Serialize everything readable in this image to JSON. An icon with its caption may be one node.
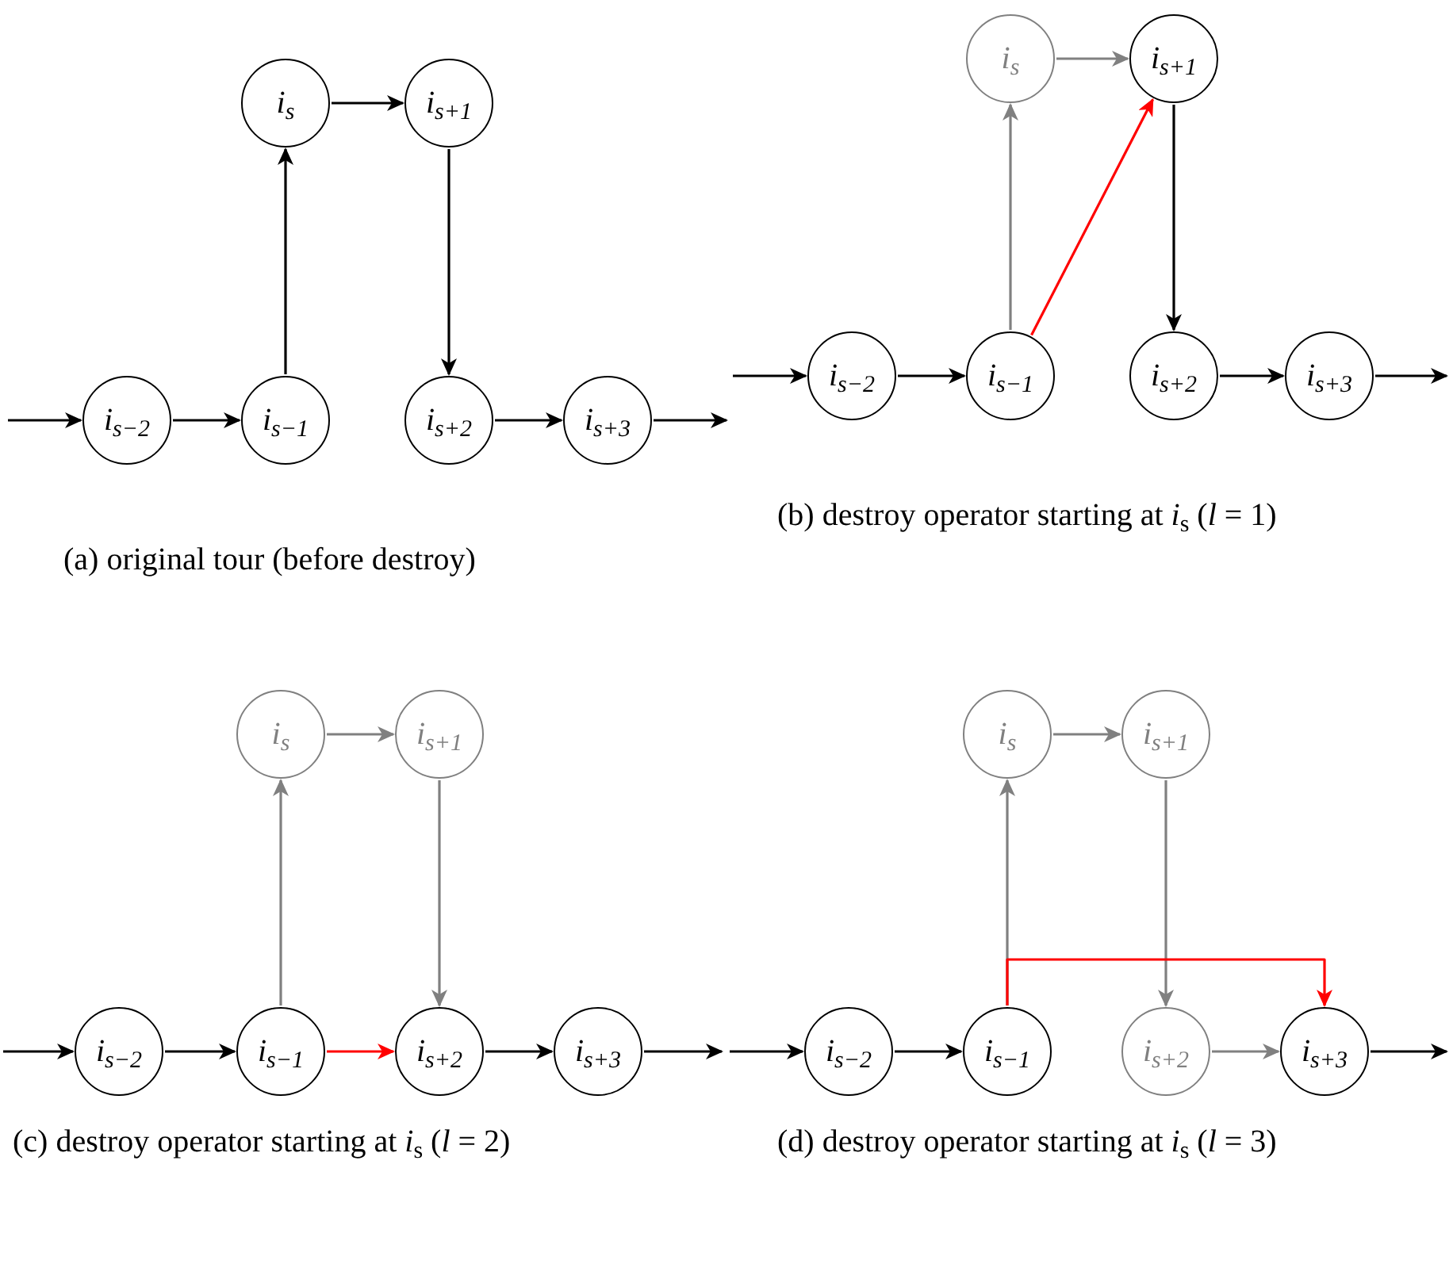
{
  "diagram": {
    "nodes": [
      {
        "text": [
          "i$_{s}$"
        ]
      },
      {
        "text": [
          "i$_{s+1}$"
        ]
      },
      {
        "text": [
          "i$_{s−2}$"
        ]
      },
      {
        "text": [
          "i$_{s−1}$"
        ]
      },
      {
        "text": [
          "i$_{s+2}$"
        ]
      },
      {
        "text": [
          "i$_{s+3}$"
        ]
      },
      {
        "text": [
          "i$_{s}$"
        ]
      },
      {
        "text": [
          "i$_{s+1}$"
        ]
      },
      {
        "text": [
          "i$_{s−2}$"
        ]
      },
      {
        "text": [
          "i$_{s−1}$"
        ]
      },
      {
        "text": [
          "i$_{s+2}$"
        ]
      },
      {
        "text": [
          "i$_{s+3}$"
        ]
      },
      {
        "text": [
          "i$_{s}$"
        ]
      },
      {
        "text": [
          "i$_{s+1}$"
        ]
      },
      {
        "text": [
          "i$_{s−2}$"
        ]
      },
      {
        "text": [
          "i$_{s−1}$"
        ]
      },
      {
        "text": [
          "i$_{s+2}$"
        ]
      },
      {
        "text": [
          "i$_{s+3}$"
        ]
      },
      {
        "text": [
          "i$_{s}$"
        ]
      },
      {
        "text": [
          "i$_{s+1}$"
        ]
      },
      {
        "text": [
          "i$_{s−2}$"
        ]
      },
      {
        "text": [
          "i$_{s−1}$"
        ]
      },
      {
        "text": [
          "i$_{s+2}$"
        ]
      },
      {
        "text": [
          "i$_{s+3}$"
        ]
      }
    ],
    "edges": [
      {
        "from": null,
        "to": 2,
        "arrow": "to"
      },
      {
        "from": 2,
        "to": 3,
        "arrow": "to"
      },
      {
        "from": 3,
        "to": 0,
        "arrow": "to"
      },
      {
        "from": 0,
        "to": 1,
        "arrow": "to"
      },
      {
        "from": 1,
        "to": 4,
        "arrow": "to"
      },
      {
        "from": 4,
        "to": 5,
        "arrow": "to"
      },
      {
        "from": 5,
        "to": null,
        "arrow": "to"
      },
      {
        "from": null,
        "to": 8,
        "arrow": "to"
      },
      {
        "from": 8,
        "to": 9,
        "arrow": "to"
      },
      {
        "from": 9,
        "to": 6,
        "arrow": "to",
        "color": "#808080"
      },
      {
        "from": 6,
        "to": 7,
        "arrow": "to",
        "color": "#808080"
      },
      {
        "from": 9,
        "to": 7,
        "arrow": "to",
        "color": "#ff0000"
      },
      {
        "from": 7,
        "to": 10,
        "arrow": "to"
      },
      {
        "from": 10,
        "to": 11,
        "arrow": "to"
      },
      {
        "from": 11,
        "to": null,
        "arrow": "to"
      },
      {
        "from": null,
        "to": 14,
        "arrow": "to"
      },
      {
        "from": 14,
        "to": 15,
        "arrow": "to"
      },
      {
        "from": 15,
        "to": 12,
        "arrow": "to",
        "color": "#808080"
      },
      {
        "from": 12,
        "to": 13,
        "arrow": "to",
        "color": "#808080"
      },
      {
        "from": 13,
        "to": 16,
        "arrow": "to",
        "color": "#808080"
      },
      {
        "from": 15,
        "to": 16,
        "arrow": "to",
        "color": "#ff0000"
      },
      {
        "from": 16,
        "to": 17,
        "arrow": "to"
      },
      {
        "from": 17,
        "to": null,
        "arrow": "to"
      },
      {
        "from": null,
        "to": 20,
        "arrow": "to"
      },
      {
        "from": 20,
        "to": 21,
        "arrow": "to"
      },
      {
        "from": 21,
        "to": 18,
        "arrow": "to",
        "color": "#808080"
      },
      {
        "from": 18,
        "to": 19,
        "arrow": "to",
        "color": "#808080"
      },
      {
        "from": 19,
        "to": 22,
        "arrow": "to",
        "color": "#808080"
      },
      {
        "from": 22,
        "to": 23,
        "arrow": "to",
        "color": "#808080"
      },
      {
        "from": 21,
        "to": 23,
        "arrow": "to",
        "color": "#ff0000"
      },
      {
        "from": 23,
        "to": null,
        "arrow": "to"
      }
    ],
    "labels": [
      "(a) original tour (before destroy)",
      "(b) destroy operator starting at *i*$_{s}$ (*l* = 1)",
      "(c) destroy operator starting at *i*$_{s}$ (*l* = 2)",
      "(d) destroy operator starting at *i*$_{s}$ (*l* = 3)"
    ]
  }
}
